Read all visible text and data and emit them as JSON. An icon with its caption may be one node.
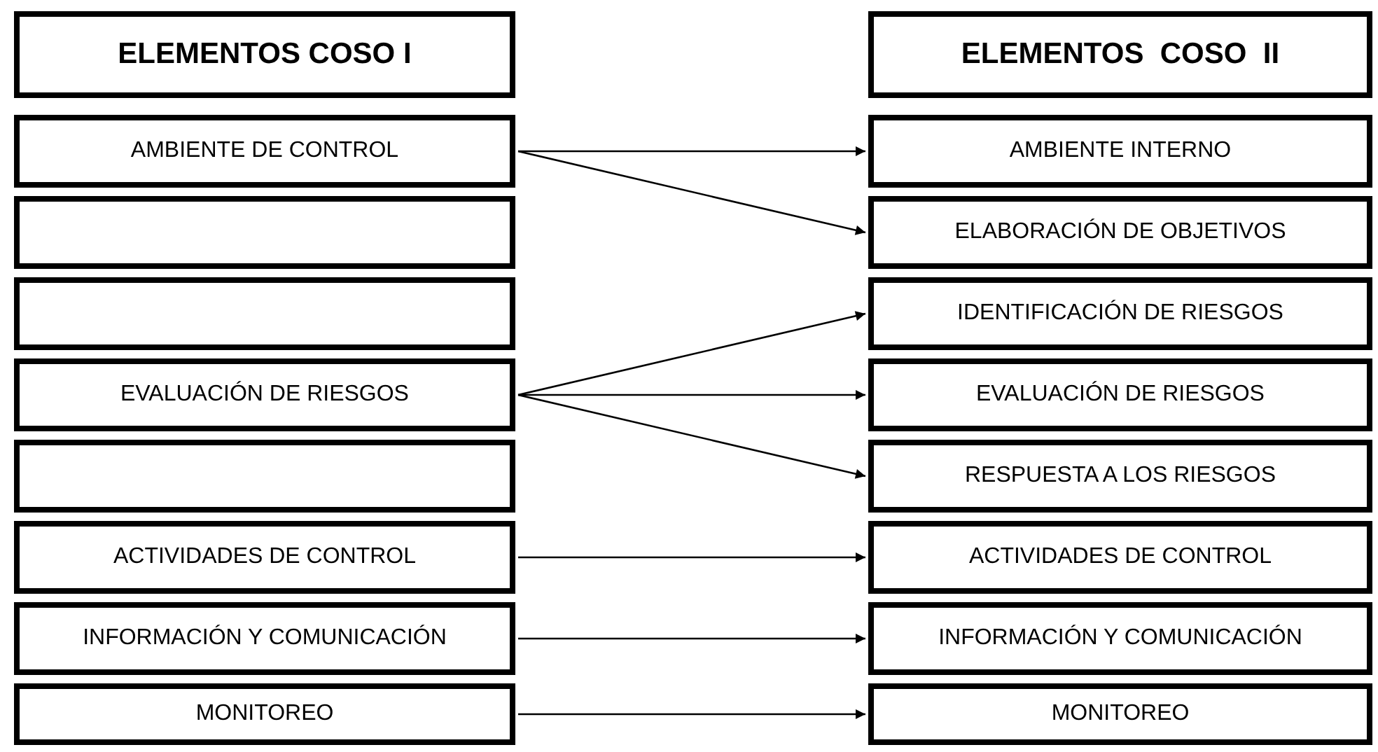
{
  "diagram": {
    "nodes": [
      {
        "text": [
          "ELEMENTOS COSO I"
        ]
      },
      {
        "text": [
          "AMBIENTE DE CONTROL"
        ]
      },
      {
        "text": [],
        "shape": "box"
      },
      {
        "text": [],
        "shape": "box"
      },
      {
        "text": [
          "EVALUACIÓN DE RIESGOS"
        ]
      },
      {
        "text": [],
        "shape": "box"
      },
      {
        "text": [
          "ACTIVIDADES DE CONTROL"
        ]
      },
      {
        "text": [
          "INFORMACIÓN Y COMUNICACIÓN"
        ]
      },
      {
        "text": [
          "MONITOREO"
        ]
      },
      {
        "text": [
          "ELEMENTOS  COSO  II"
        ]
      },
      {
        "text": [
          "AMBIENTE INTERNO"
        ]
      },
      {
        "text": [
          "ELABORACIÓN DE OBJETIVOS"
        ]
      },
      {
        "text": [
          "IDENTIFICACIÓN DE RIESGOS"
        ]
      },
      {
        "text": [
          "EVALUACIÓN DE RIESGOS"
        ]
      },
      {
        "text": [
          "RESPUESTA A LOS RIESGOS"
        ]
      },
      {
        "text": [
          "ACTIVIDADES DE CONTROL"
        ]
      },
      {
        "text": [
          "INFORMACIÓN Y COMUNICACIÓN"
        ]
      },
      {
        "text": [
          "MONITOREO"
        ]
      }
    ],
    "edges": [
      {
        "from": 1,
        "to": 10,
        "arrow": "to"
      },
      {
        "from": 1,
        "to": 11,
        "arrow": "to"
      },
      {
        "from": 4,
        "to": 12,
        "arrow": "to"
      },
      {
        "from": 4,
        "to": 13,
        "arrow": "to"
      },
      {
        "from": 4,
        "to": 14,
        "arrow": "to"
      },
      {
        "from": 6,
        "to": 15,
        "arrow": "to"
      },
      {
        "from": 7,
        "to": 16,
        "arrow": "to"
      },
      {
        "from": 8,
        "to": 17,
        "arrow": "to"
      }
    ]
  }
}
